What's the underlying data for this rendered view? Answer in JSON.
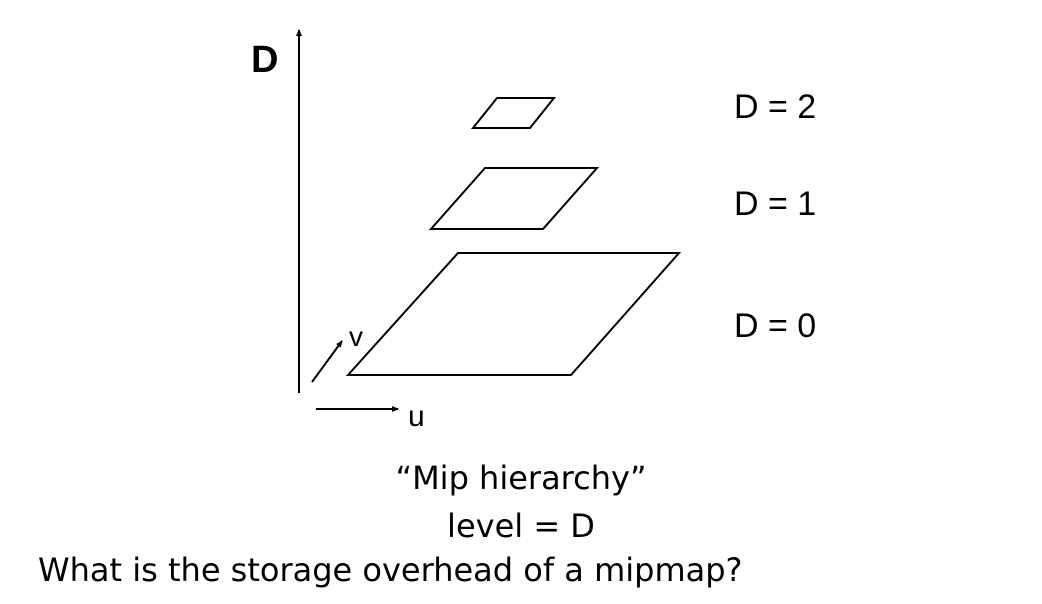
{
  "axes": {
    "vertical_label": "D",
    "u_label": "u",
    "v_label": "v"
  },
  "levels": [
    {
      "label": "D = 2"
    },
    {
      "label": "D = 1"
    },
    {
      "label": "D = 0"
    }
  ],
  "caption": {
    "line1": "“Mip hierarchy”",
    "line2": "level = D"
  },
  "question": "What is the storage overhead of a mipmap?"
}
